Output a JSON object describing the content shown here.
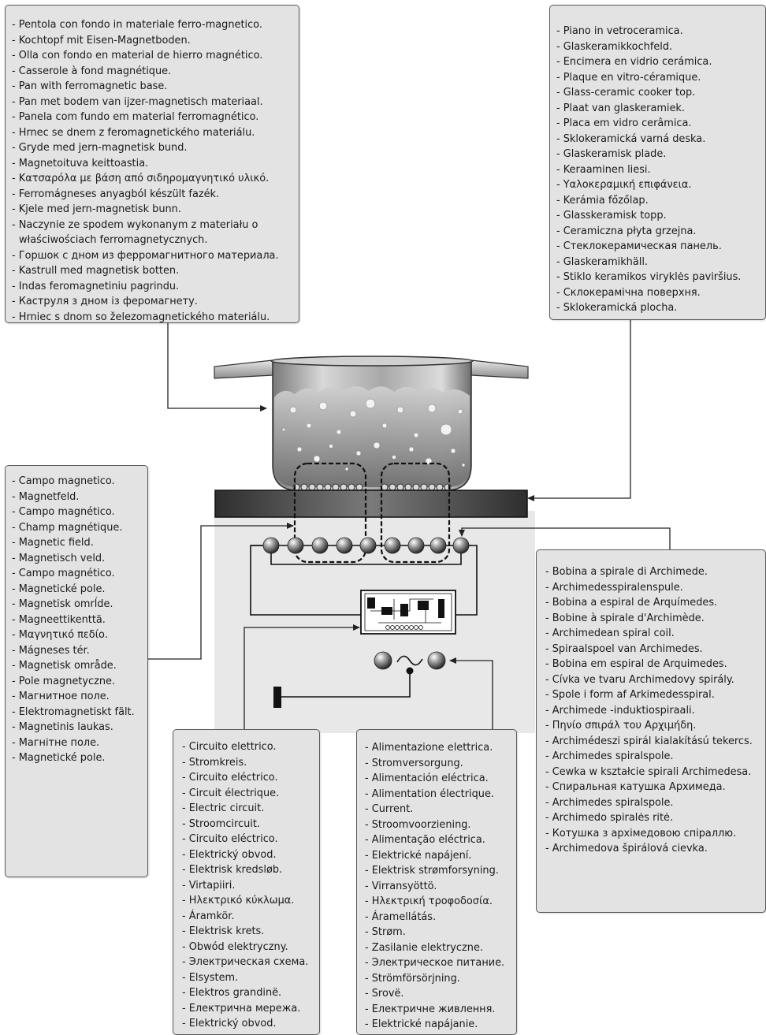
{
  "pot_base": {
    "items": [
      "Pentola con fondo in materiale ferro-magnetico.",
      "Kochtopf mit Eisen-Magnetboden.",
      "Olla con fondo en material de hierro magnético.",
      "Casserole à fond magnétique.",
      "Pan with ferromagnetic base.",
      "Pan met bodem van ijzer-magnetisch materiaal.",
      "Panela com fundo em material ferromagnético.",
      "Hrnec se dnem z feromagnetického materiálu.",
      "Gryde med jern-magnetisk bund.",
      "Magnetoituva keittoastia.",
      "Κατσαρόλα με βάση από σιδηρομαγνητικό υλικό.",
      "Ferromágneses anyagból készült fazék.",
      "Kjele med jern-magnetisk bunn.",
      "Naczynie ze spodem wykonanym z materiału o",
      "właściwościach ferromagnetycznych.",
      "Горшок с дном из ферромагнитного материала.",
      "Kastrull med magnetisk botten.",
      "Indas feromagnetiniu pagrindu.",
      "Каструля з дном із феромагнету.",
      "Hrniec s dnom so železomagnetického materiálu."
    ]
  },
  "glass_top": {
    "items": [
      "Piano in vetroceramica.",
      "Glaskeramikkochfeld.",
      "Encimera en vidrio cerámica.",
      "Plaque en vitro-céramique.",
      "Glass-ceramic cooker top.",
      "Plaat van glaskeramiek.",
      "Placa em vidro cerâmica.",
      "Sklokeramická varná deska.",
      "Glaskeramisk plade.",
      "Keraaminen liesi.",
      "Υαλοκεραμική επιφάνεια.",
      "Kerámia főzőlap.",
      "Glasskeramisk topp.",
      "Ceramiczna płyta grzejna.",
      "Стеклокерамическая панель.",
      "Glaskeramikhäll.",
      "Stiklo keramikos viryklės paviršius.",
      "Склокерамічна поверхня.",
      "Sklokeramická plocha."
    ]
  },
  "magnetic_field": {
    "items": [
      "Campo magnetico.",
      "Magnetfeld.",
      "Campo magnético.",
      "Champ magnétique.",
      "Magnetic field.",
      "Magnetisch veld.",
      "Campo magnético.",
      "Magnetické pole.",
      "Magnetisk omrĺde.",
      "Magneettikenttä.",
      "Μαγνητικό πεδίο.",
      "Mágneses tér.",
      "Magnetisk område.",
      "Pole magnetyczne.",
      "Магнитное поле.",
      "Elektromagnetiskt fält.",
      "Magnetinis laukas.",
      "Магнітне поле.",
      "Magnetické pole."
    ]
  },
  "coil": {
    "items": [
      "Bobina a spirale di Archimede.",
      "Archimedesspiralenspule.",
      "Bobina a espiral de Arquímedes.",
      "Bobine à spirale d'Archimède.",
      "Archimedean spiral coil.",
      "Spiraalspoel van Archimedes.",
      "Bobina em espiral de Arquimedes.",
      "Cívka ve tvaru Archimedovy spirály.",
      "Spole i form af Arkimedesspiral.",
      "Archimede -induktiospiraali.",
      "Πηνίο σπιράλ του Αρχιμήδη.",
      "Archimédeszi spirál kialakítású tekercs.",
      "Archimedes spiralspole.",
      "Cewka w kształcie spirali Archimedesa.",
      "Спиральная катушка Архимеда.",
      "Archimedes spiralspole.",
      "Archimedo spiralės ritė.",
      "Котушка з архімедовою спіраллю.",
      "Archimedova špirálová cievka."
    ]
  },
  "circuit": {
    "items": [
      "Circuito elettrico.",
      "Stromkreis.",
      "Circuito eléctrico.",
      "Circuit électrique.",
      "Electric circuit.",
      "Stroomcircuit.",
      "Circuito eléctrico.",
      "Elektrický obvod.",
      "Elektrisk kredsløb.",
      "Virtapiiri.",
      "Ηλεκτρικό κύκλωμα.",
      "Áramkör.",
      "Elektrisk krets.",
      "Obwód elektryczny.",
      "Электрическая схема.",
      "Elsystem.",
      "Elektros grandinë.",
      "Електрична мережа.",
      "Elektrický obvod."
    ]
  },
  "power_supply": {
    "items": [
      "Alimentazione elettrica.",
      "Stromversorgung.",
      "Alimentación eléctrica.",
      "Alimentation électrique.",
      "Current.",
      "Stroomvoorziening.",
      "Alimentação eléctrica.",
      "Elektrické napájení.",
      "Elektrisk strømforsyning.",
      "Virransyöttö.",
      "Ηλεκτρική τροφοδοσία.",
      "Áramellátás.",
      "Strøm.",
      "Zasilanie elektryczne.",
      "Электрическое питание.",
      "Strömförsörjning.",
      "Srovë.",
      "Електричне живлення.",
      "Elektrické napájanie."
    ]
  },
  "colors": {
    "panel_fill": "#e3e3e3",
    "panel_border": "#5a5a5a",
    "hob_background": "#e8e8e8",
    "glass_plate": "#3c3c3c",
    "pot_metal": "#b8b8b8"
  }
}
